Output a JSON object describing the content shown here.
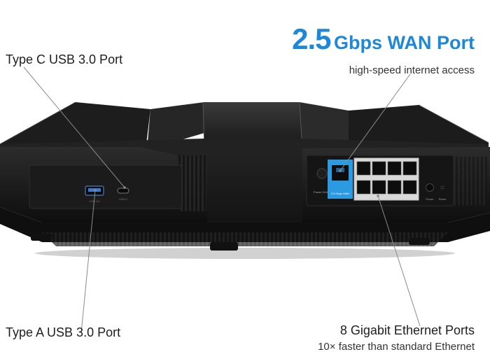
{
  "colors": {
    "accent": "#1e88d8",
    "text": "#1e1e1e",
    "router_body": "#1a1a1a",
    "port_highlight": "#2b9ae0"
  },
  "callouts": {
    "usb_c": {
      "title": "Type C USB 3.0 Port"
    },
    "usb_a": {
      "title": "Type A USB 3.0 Port"
    },
    "wan": {
      "speed": "2.5",
      "unit": "Gbps WAN Port",
      "subtitle": "high-speed internet access"
    },
    "ethernet": {
      "title": "8 Gigabit Ethernet Ports",
      "subtitle": "10× faster than standard Ethernet"
    }
  },
  "router": {
    "usb_a_port_label": "USB 3.0",
    "usb_c_port_label": "USB-C",
    "power_label": "Power On/Off",
    "wan_port_label": "2.5 Gbps WAN",
    "dc_label": "Power",
    "reset_label": "Reset"
  }
}
